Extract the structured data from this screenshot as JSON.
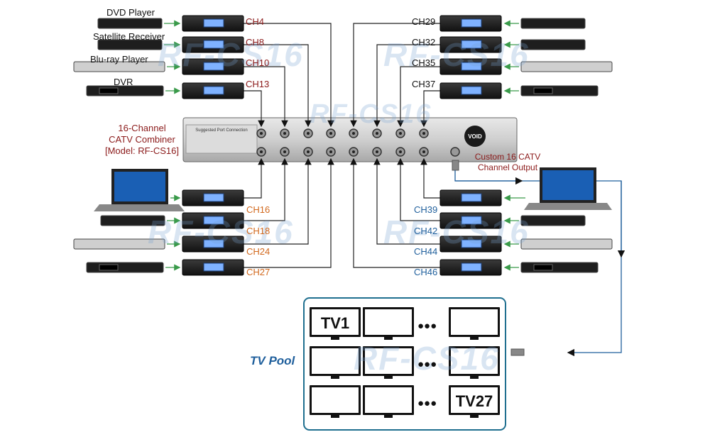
{
  "sources_left": [
    {
      "label": "DVD Player",
      "device": "dvd-player"
    },
    {
      "label": "Satellite Receiver",
      "device": "satellite-receiver"
    },
    {
      "label": "Blu-ray Player",
      "device": "bluray-player"
    },
    {
      "label": "DVR",
      "device": "dvr"
    }
  ],
  "channels": {
    "top_left": [
      "CH4",
      "CH8",
      "CH10",
      "CH13"
    ],
    "top_right": [
      "CH29",
      "CH32",
      "CH35",
      "CH37"
    ],
    "bottom_left": [
      "CH16",
      "CH18",
      "CH24",
      "CH27"
    ],
    "bottom_right": [
      "CH39",
      "CH42",
      "CH44",
      "CH46"
    ]
  },
  "combiner": {
    "line1": "16-Channel",
    "line2": "CATV Combiner",
    "line3": "[Model: RF-CS16]",
    "panel_label": "Suggested Port Connection",
    "badge": "VOID"
  },
  "output": {
    "line1": "Custom 16 CATV",
    "line2": "Channel Output"
  },
  "tv_pool": {
    "label": "TV Pool",
    "first_tv": "TV1",
    "last_tv": "TV27",
    "ellipsis": "●●●"
  },
  "watermark": "RF-CS16",
  "colors": {
    "arrow": "#222222",
    "green_arrow": "#3a9a4a",
    "output_line": "#1f5f9c",
    "pool_border": "#1f6f8f",
    "red_label": "#8b1a1a",
    "orange_label": "#d2691e",
    "blue_label": "#1f5f9c"
  }
}
